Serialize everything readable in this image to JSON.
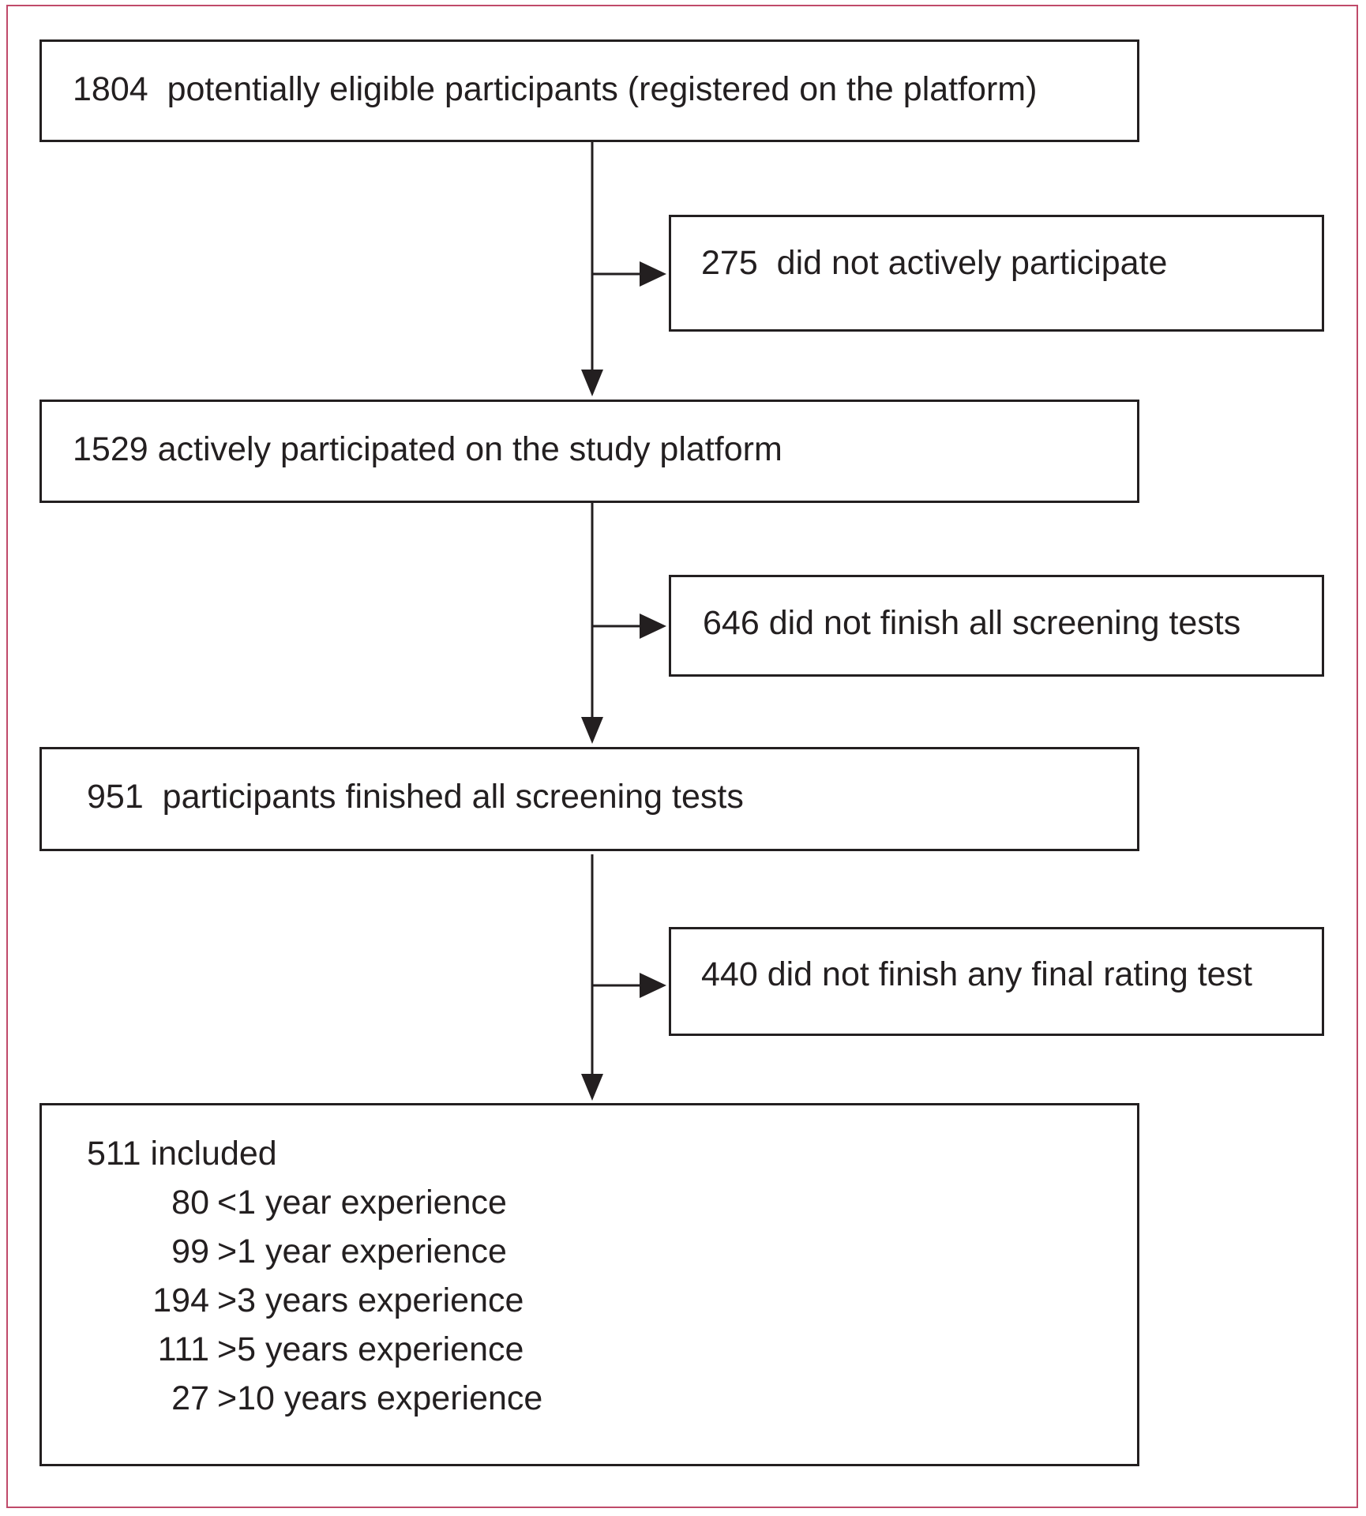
{
  "flow": {
    "step1": {
      "count": "1804",
      "text": "potentially eligible participants (registered on the platform)"
    },
    "excl1": {
      "count": "275",
      "text": "did not actively participate"
    },
    "step2": {
      "count": "1529",
      "text": "actively participated on the study platform"
    },
    "excl2": {
      "count": "646",
      "text": "did not finish all screening tests"
    },
    "step3": {
      "count": "951",
      "text": "participants finished all screening tests"
    },
    "excl3": {
      "count": "440",
      "text": "did not finish any final rating test"
    },
    "final": {
      "count": "511",
      "text": "included",
      "breakdown": [
        {
          "count": "80",
          "text": "<1 year experience"
        },
        {
          "count": "99",
          "text": ">1 year experience"
        },
        {
          "count": "194",
          "text": ">3 years experience"
        },
        {
          "count": "111",
          "text": ">5 years experience"
        },
        {
          "count": "27",
          "text": ">10 years experience"
        }
      ]
    }
  },
  "colors": {
    "line": "#231f20",
    "frame": "#c04a6a"
  }
}
